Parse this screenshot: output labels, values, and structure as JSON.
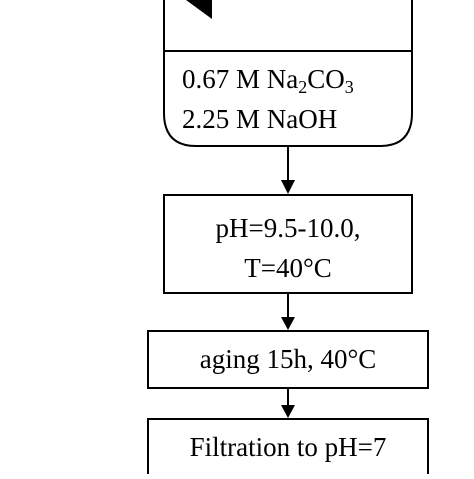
{
  "flowchart": {
    "vessel": {
      "line1": {
        "pre": "0.67 M Na",
        "sub1": "2",
        "mid": "CO",
        "sub2": "3"
      },
      "line2": "2.25 M NaOH"
    },
    "step1": {
      "line1": "pH=9.5-10.0,",
      "line2": "T=40°C"
    },
    "step2": {
      "label": "aging 15h, 40°C"
    },
    "step3": {
      "label": "Filtration to pH=7"
    }
  }
}
